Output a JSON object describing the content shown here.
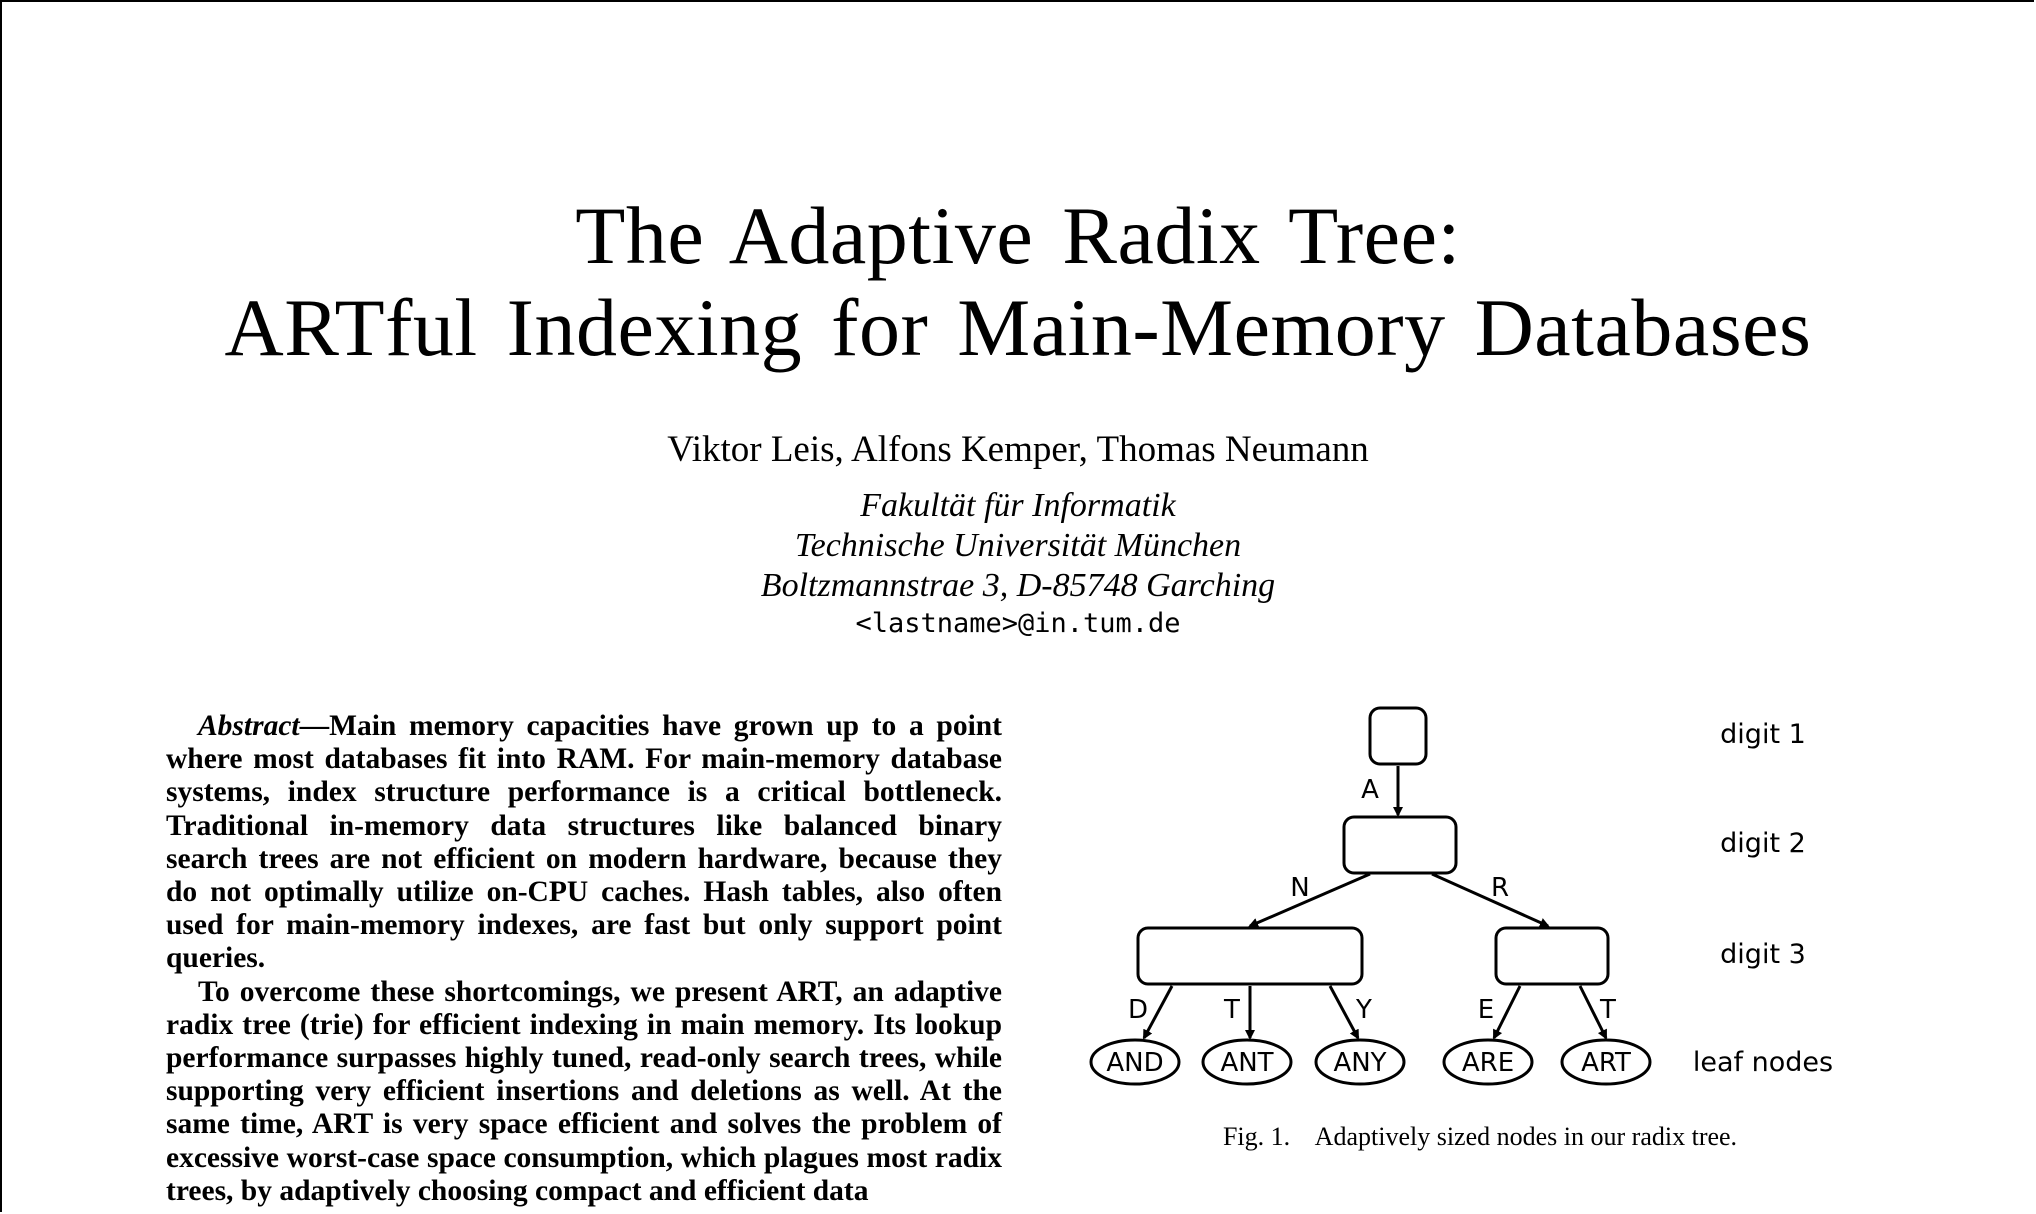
{
  "paper": {
    "title_lines": [
      "The Adaptive Radix Tree:",
      "ARTful Indexing for Main-Memory Databases"
    ],
    "authors": "Viktor Leis, Alfons Kemper, Thomas Neumann",
    "affiliation_lines": [
      "Fakultät für Informatik",
      "Technische Universität München",
      "Boltzmannstrae 3, D-85748 Garching"
    ],
    "email": "<lastname>@in.tum.de"
  },
  "abstract": {
    "lead": "Abstract",
    "p1": "—Main memory capacities have grown up to a point where most databases fit into RAM. For main-memory database systems, index structure performance is a critical bottleneck. Traditional in-memory data structures like balanced binary search trees are not efficient on modern hardware, because they do not optimally utilize on-CPU caches. Hash tables, also often used for main-memory indexes, are fast but only support point queries.",
    "p2": "To overcome these shortcomings, we present ART, an adaptive radix tree (trie) for efficient indexing in main memory. Its lookup performance surpasses highly tuned, read-only search trees, while supporting very efficient insertions and deletions as well. At the same time, ART is very space efficient and solves the problem of excessive worst-case space consumption, which plagues most radix trees, by adaptively choosing compact and efficient data"
  },
  "figure": {
    "level_labels": [
      "digit 1",
      "digit 2",
      "digit 3",
      "leaf nodes"
    ],
    "edge_labels": [
      "A",
      "N",
      "R",
      "D",
      "T",
      "Y",
      "E",
      "T"
    ],
    "leaves": [
      "AND",
      "ANT",
      "ANY",
      "ARE",
      "ART"
    ],
    "caption": "Fig. 1.    Adaptively sized nodes in our radix tree."
  }
}
